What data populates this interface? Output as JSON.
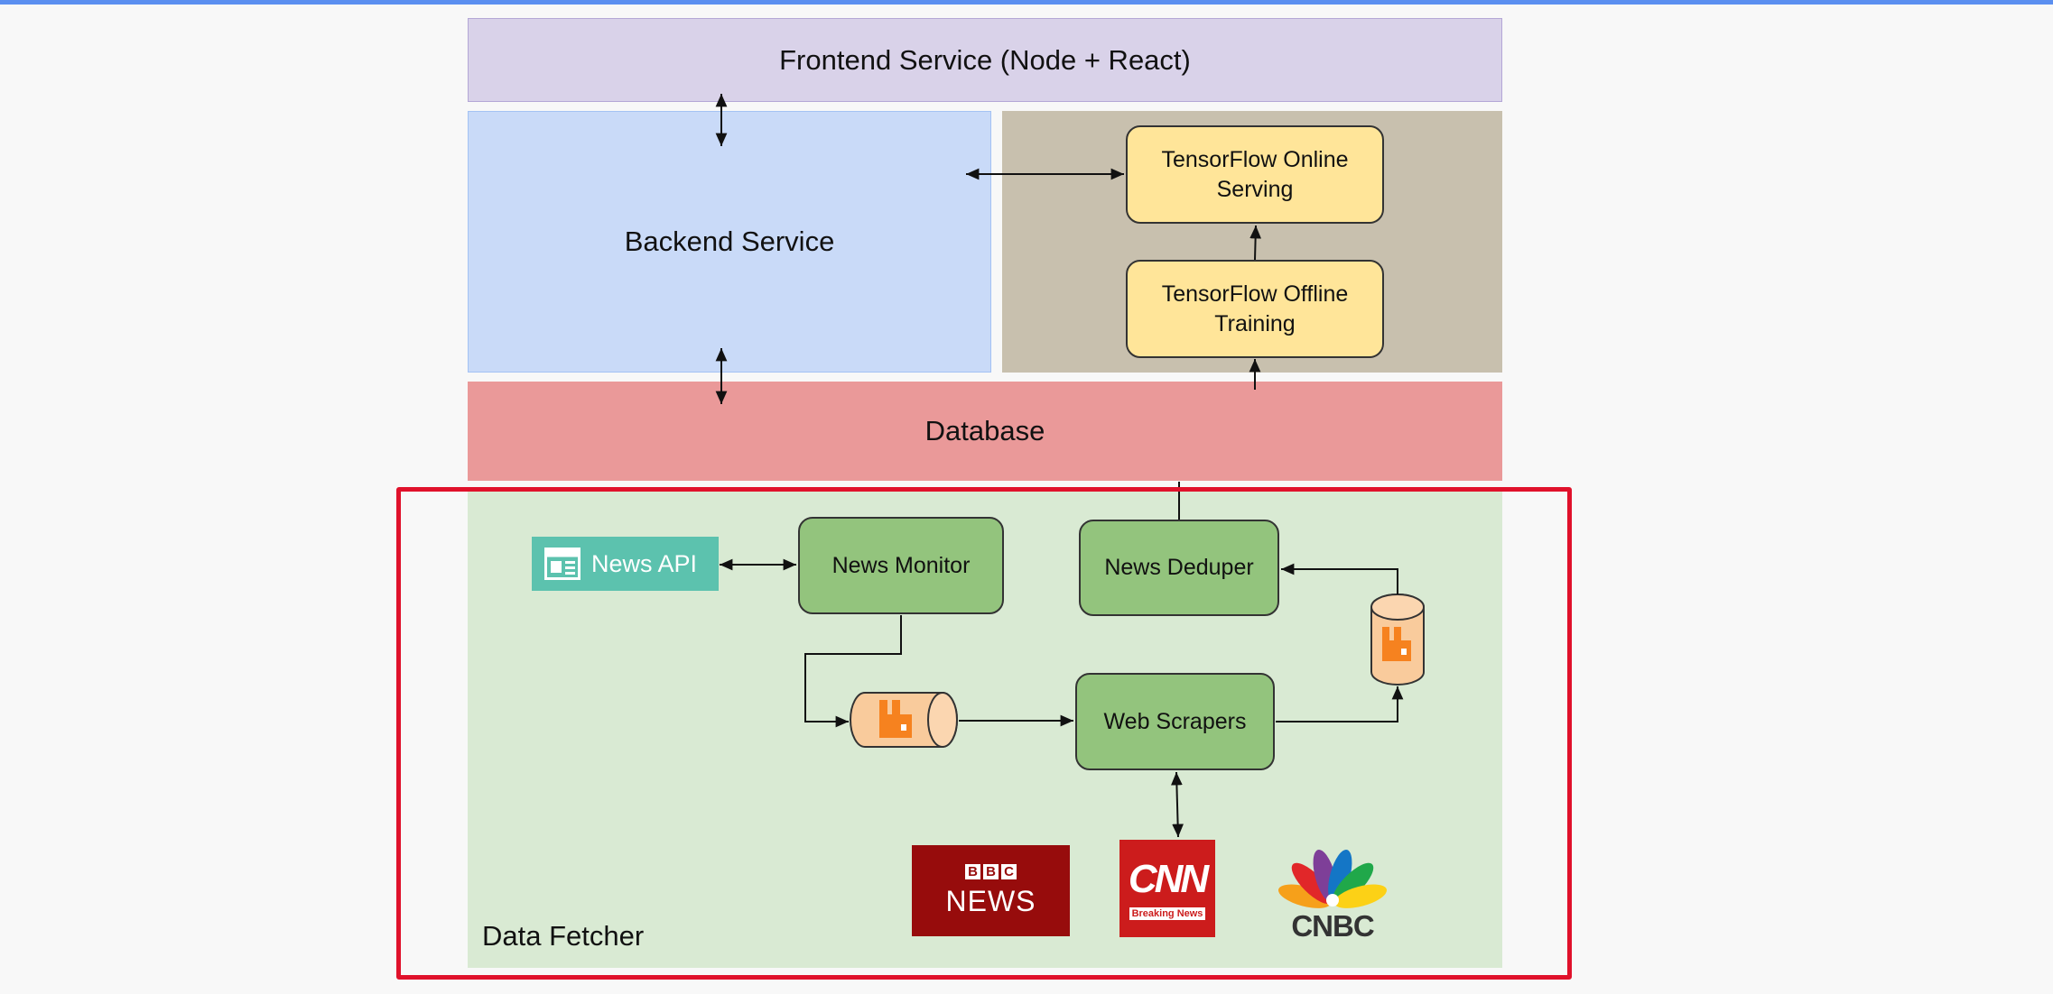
{
  "architecture": {
    "frontend": "Frontend Service (Node + React)",
    "backend": "Backend Service",
    "tf_online": "TensorFlow Online Serving",
    "tf_offline": "TensorFlow Offline Training",
    "database": "Database"
  },
  "data_fetcher": {
    "label": "Data Fetcher",
    "news_api": "News API",
    "news_monitor": "News Monitor",
    "news_deduper": "News Deduper",
    "web_scrapers": "Web Scrapers",
    "queue_icon": "rabbitmq-icon"
  },
  "sources": {
    "bbc": {
      "boxes": [
        "B",
        "B",
        "C"
      ],
      "word": "NEWS"
    },
    "cnn": {
      "word": "CNN",
      "tag": "Breaking News"
    },
    "cnbc": {
      "word": "CNBC"
    }
  },
  "colors": {
    "frontend": "#d9d2e9",
    "backend": "#c9daf8",
    "ml_zone": "#c8c0ae",
    "database": "#ea9999",
    "data_fetcher": "#d9ead3",
    "tensorflow_node": "#ffe599",
    "fetcher_node": "#93c47d",
    "selection": "#e0112b",
    "queue": "#f9cb9c",
    "rabbitmq": "#f6821f"
  }
}
